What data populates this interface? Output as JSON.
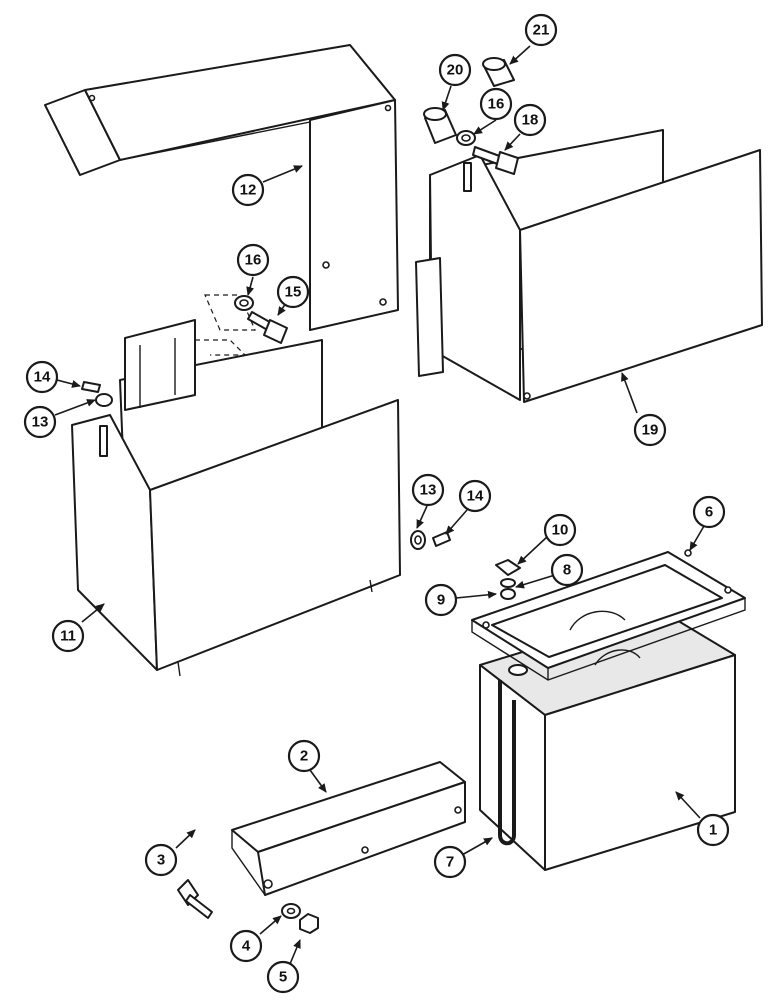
{
  "callouts": [
    {
      "id": "c1",
      "label": "1"
    },
    {
      "id": "c2",
      "label": "2"
    },
    {
      "id": "c3",
      "label": "3"
    },
    {
      "id": "c4",
      "label": "4"
    },
    {
      "id": "c5",
      "label": "5"
    },
    {
      "id": "c6",
      "label": "6"
    },
    {
      "id": "c7",
      "label": "7"
    },
    {
      "id": "c8",
      "label": "8"
    },
    {
      "id": "c9",
      "label": "9"
    },
    {
      "id": "c10",
      "label": "10"
    },
    {
      "id": "c11",
      "label": "11"
    },
    {
      "id": "c12",
      "label": "12"
    },
    {
      "id": "c13a",
      "label": "13"
    },
    {
      "id": "c13b",
      "label": "13"
    },
    {
      "id": "c14a",
      "label": "14"
    },
    {
      "id": "c14b",
      "label": "14"
    },
    {
      "id": "c15",
      "label": "15"
    },
    {
      "id": "c16a",
      "label": "16"
    },
    {
      "id": "c16b",
      "label": "16"
    },
    {
      "id": "c18",
      "label": "18"
    },
    {
      "id": "c19",
      "label": "19"
    },
    {
      "id": "c20",
      "label": "20"
    },
    {
      "id": "c21",
      "label": "21"
    }
  ]
}
